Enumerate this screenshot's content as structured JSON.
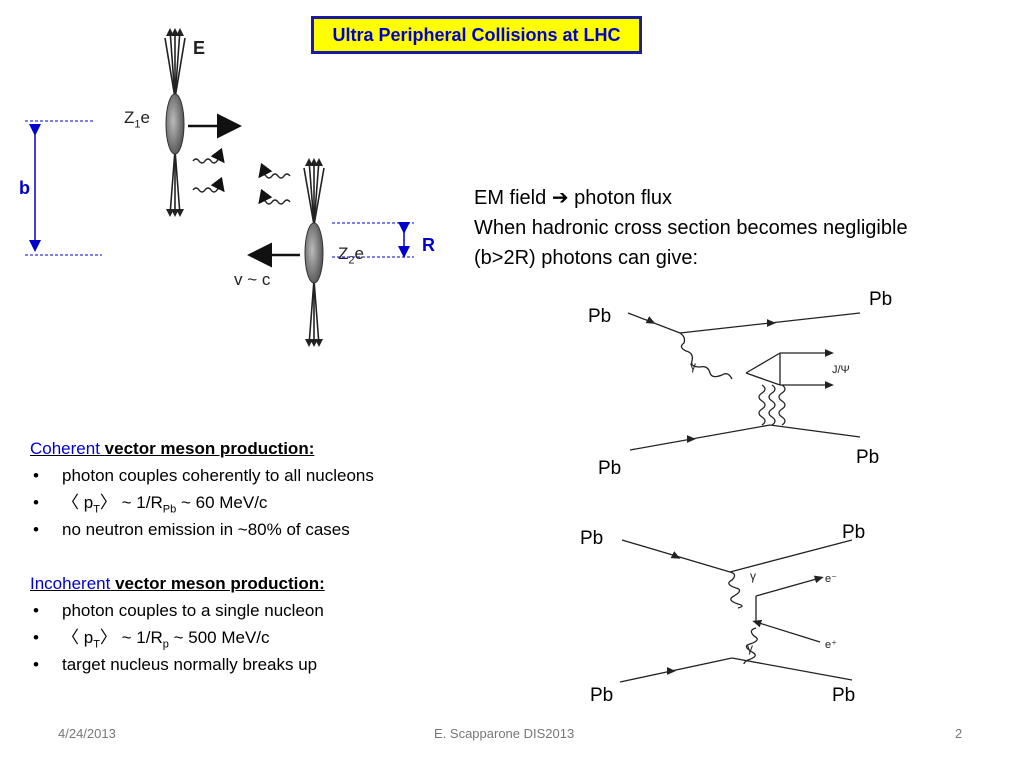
{
  "title": "Ultra Peripheral Collisions at LHC",
  "diagram": {
    "b_label": "b",
    "r_label": "R",
    "e_label": "E",
    "z1_label_main": "Z",
    "z1_label_sub": "1",
    "z1_label_end": "e",
    "z2_label_main": "Z",
    "z2_label_sub": "2",
    "z2_label_end": "e",
    "velocity_label": "v ~ c"
  },
  "em_text": {
    "line1_a": "EM field",
    "line1_b": "photon flux",
    "line2": "When hadronic cross section becomes negligible",
    "line3": "(b>2R) photons can give:"
  },
  "feynman_top": {
    "pb_top_left": "Pb",
    "pb_top_right": "Pb",
    "pb_bottom_left": "Pb",
    "pb_bottom_right": "Pb",
    "gamma": "γ",
    "jpsi": "J/Ψ"
  },
  "feynman_bottom": {
    "pb_top_left": "Pb",
    "pb_top_right": "Pb",
    "pb_bottom_left": "Pb",
    "pb_bottom_right": "Pb",
    "gamma1": "γ",
    "gamma2": "γ",
    "e_minus": "e⁻",
    "e_plus": "e⁺"
  },
  "coherent": {
    "accent": "Coherent",
    "heading": "vector meson production:",
    "b1": "photon couples coherently to all nucleons",
    "b2_open": "〈 p",
    "b2_sub1": "T",
    "b2_mid": "〉 ~ 1/R",
    "b2_sub2": "Pb",
    "b2_end": " ~ 60 MeV/c",
    "b3": "no neutron emission in ~80% of cases"
  },
  "incoherent": {
    "accent": "Incoherent",
    "heading": "vector meson production:",
    "b1": "photon couples to a single nucleon",
    "b2_open": "〈 p",
    "b2_sub1": "T",
    "b2_mid": "〉 ~ 1/R",
    "b2_sub2": "p",
    "b2_end": " ~ 500 MeV/c",
    "b3": "target nucleus normally breaks up"
  },
  "footer": {
    "date": "4/24/2013",
    "author": "E. Scapparone DIS2013",
    "page": "2"
  },
  "colors": {
    "accent_blue": "#0000cc",
    "title_bg": "#ffff00"
  }
}
